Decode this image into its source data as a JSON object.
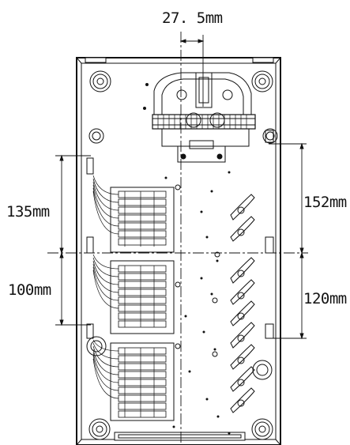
{
  "drawing": {
    "dimensions": {
      "top_width": "27. 5mm",
      "upper_left": "135mm",
      "lower_left": "100mm",
      "upper_right": "152mm",
      "lower_right": "120mm"
    },
    "colors": {
      "line": "#111111",
      "background": "#ffffff"
    }
  }
}
